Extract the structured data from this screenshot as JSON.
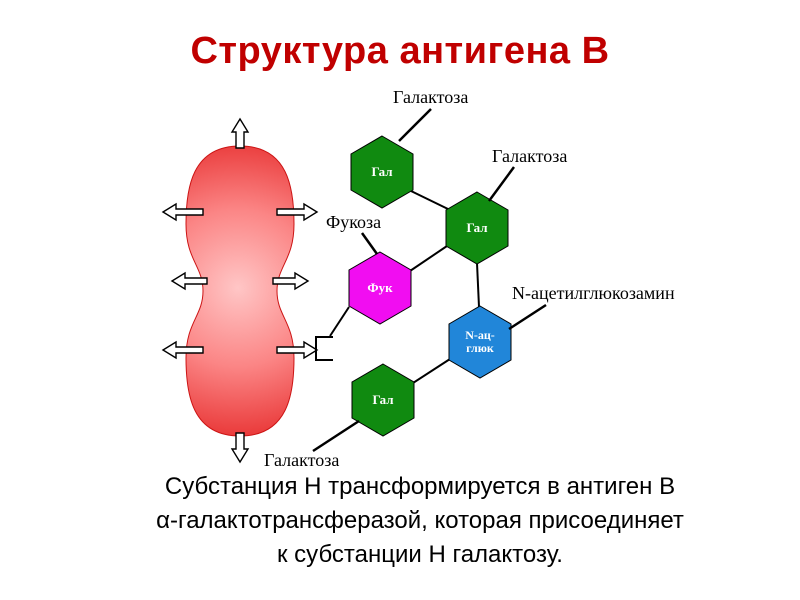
{
  "slide": {
    "title": "Структура антигена В",
    "title_color": "#c00000",
    "background": "#ffffff"
  },
  "diagram": {
    "labels": {
      "galactose_top": "Галактоза",
      "galactose_right": "Галактоза",
      "fucose": "Фукоза",
      "n_acetylglucosamine": "N-ацетилглюкозамин",
      "galactose_bottom": "Галактоза"
    },
    "nodes": {
      "gal_top": "Гал",
      "gal_mid": "Гал",
      "fuc": "Фук",
      "nac_line1": "N-ац-",
      "nac_line2": "глюк",
      "gal_bottom": "Гал"
    },
    "colors": {
      "galactose": "#108a10",
      "fucose": "#f10df1",
      "n_acetylglucosamine": "#2186d9",
      "cell_light": "#ffc6c6",
      "cell_mid": "#fb8585",
      "cell_dark": "#e31d1d"
    }
  },
  "caption": {
    "line1": "Субстанция Н трансформируется в антиген В",
    "line2": "α-галактотрансферазой, которая присоединяет",
    "line3": "к субстанции Н галактозу."
  }
}
